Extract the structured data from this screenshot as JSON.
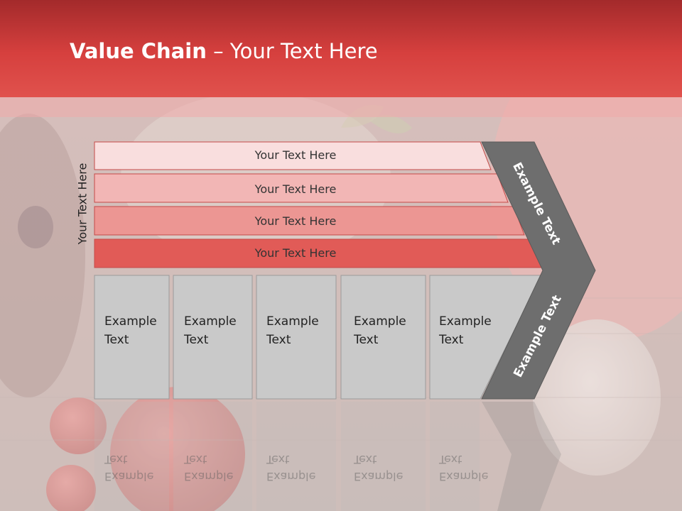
{
  "slide": {
    "title_bold": "Value Chain",
    "title_rest": " – Your Text Here",
    "vertical_label": "Your Text Here"
  },
  "bars": [
    {
      "label": "Your Text Here",
      "color": "#f9dede"
    },
    {
      "label": "Your Text Here",
      "color": "#f2b6b5"
    },
    {
      "label": "Your Text Here",
      "color": "#ec9693"
    },
    {
      "label": "Your Text Here",
      "color": "#e15b57"
    }
  ],
  "boxes": [
    {
      "line1": "Example",
      "line2": "Text"
    },
    {
      "line1": "Example",
      "line2": "Text"
    },
    {
      "line1": "Example",
      "line2": "Text"
    },
    {
      "line1": "Example",
      "line2": "Text"
    },
    {
      "line1": "Example",
      "line2": "Text"
    }
  ],
  "arrow": {
    "upper_label": "Example Text",
    "lower_label": "Example Text",
    "color": "#6e6e6e"
  }
}
